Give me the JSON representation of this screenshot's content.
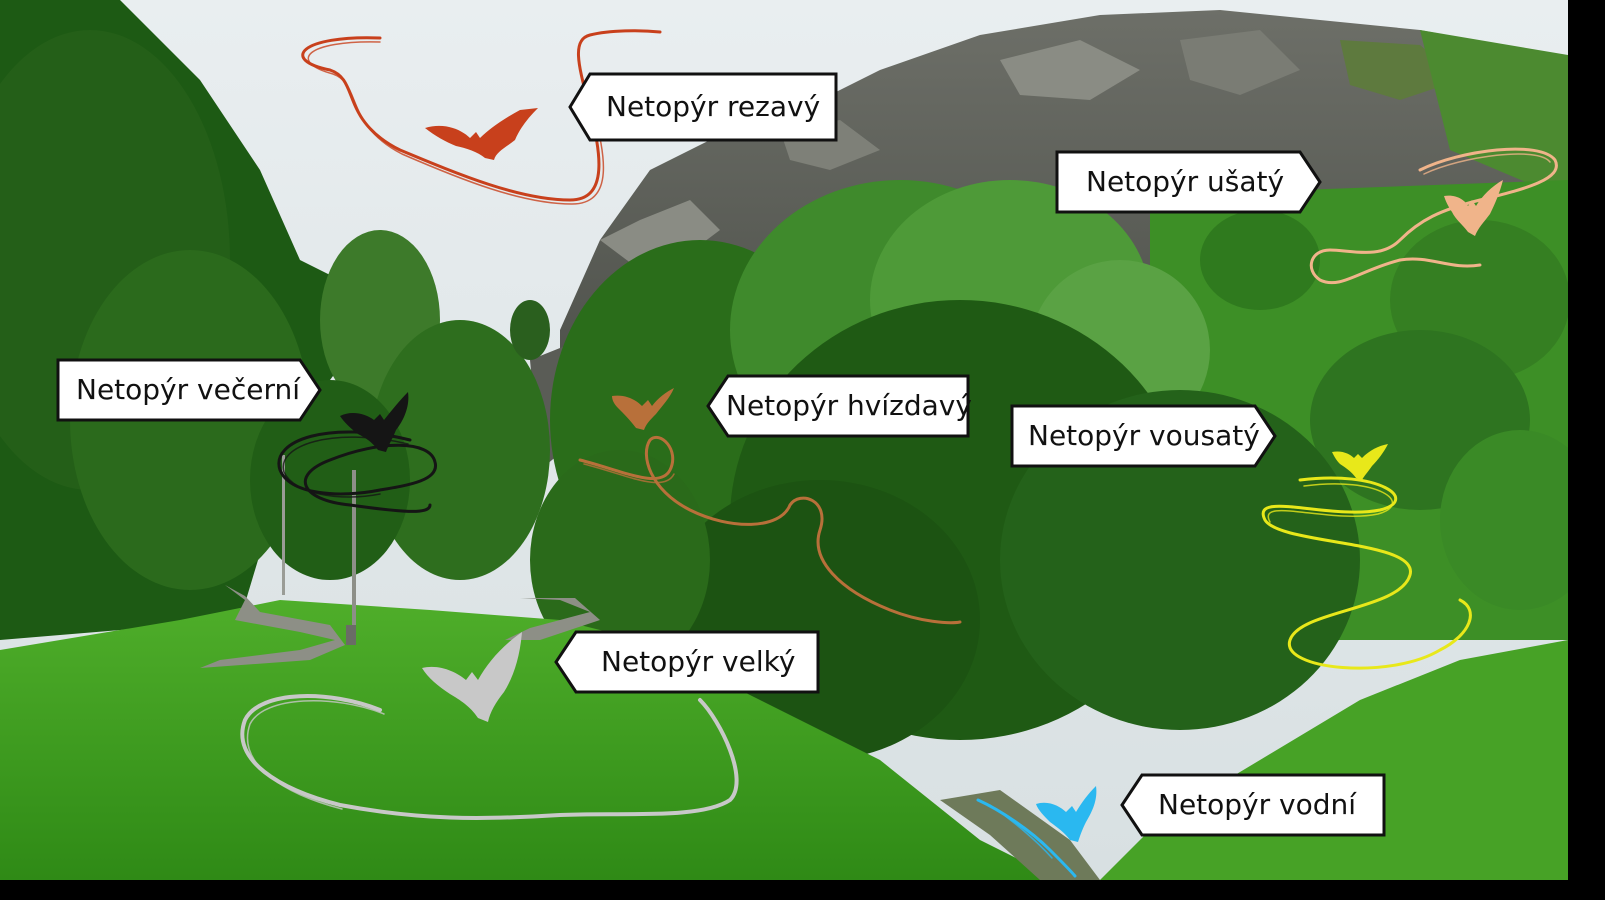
{
  "labels": {
    "rezavy": "Netopýr rezavý",
    "usaty": "Netopýr ušatý",
    "vecerni": "Netopýr večerní",
    "hvizdavy": "Netopýr hvízdavý",
    "vousaty": "Netopýr vousatý",
    "velky": "Netopýr velký",
    "vodni": "Netopýr vodní"
  },
  "colors": {
    "rezavy": "#c8401c",
    "usaty": "#f0b48a",
    "vecerni": "#151515",
    "hvizdavy": "#b8703a",
    "vousaty": "#e8e81a",
    "velky": "#c8c8c8",
    "vodni": "#2ab8f0"
  }
}
